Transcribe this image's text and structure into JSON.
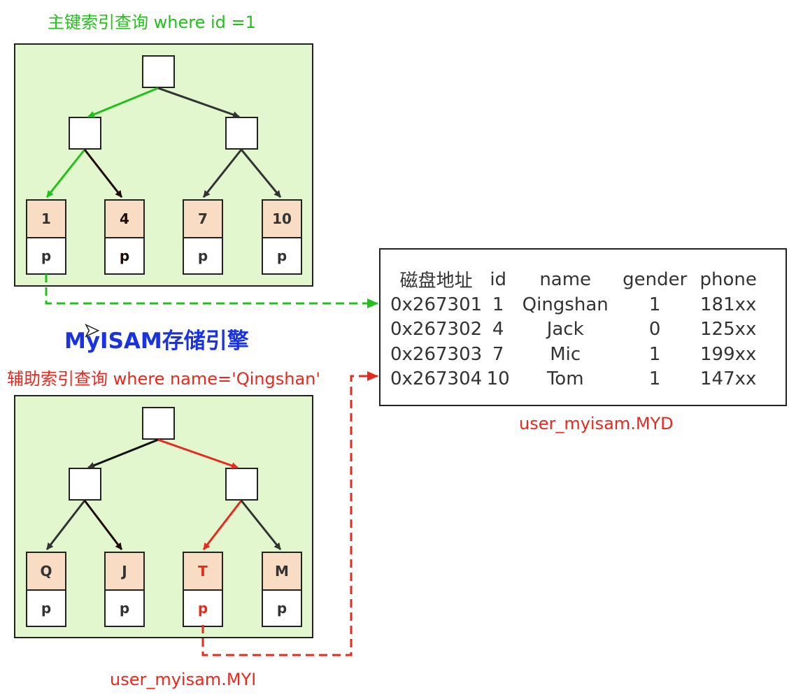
{
  "primary_query": {
    "caption": "主键索引查询 where id =1"
  },
  "engine_title": "MyISAM存储引擎",
  "secondary_query": {
    "caption": "辅助索引查询 where name='Qingshan'"
  },
  "primary_leaves": [
    {
      "key": "1",
      "pointer": "p"
    },
    {
      "key": "4",
      "pointer": "p"
    },
    {
      "key": "7",
      "pointer": "p"
    },
    {
      "key": "10",
      "pointer": "p"
    }
  ],
  "secondary_leaves": [
    {
      "key": "Q",
      "pointer": "p"
    },
    {
      "key": "J",
      "pointer": "p"
    },
    {
      "key": "T",
      "pointer": "p"
    },
    {
      "key": "M",
      "pointer": "p"
    }
  ],
  "data_table": {
    "headers": [
      "磁盘地址",
      "id",
      "name",
      "gender",
      "phone"
    ],
    "rows": [
      [
        "0x267301",
        "1",
        "Qingshan",
        "1",
        "181xx"
      ],
      [
        "0x267302",
        "4",
        "Jack",
        "0",
        "125xx"
      ],
      [
        "0x267303",
        "7",
        "Mic",
        "1",
        "199xx"
      ],
      [
        "0x267304",
        "10",
        "Tom",
        "1",
        "147xx"
      ]
    ]
  },
  "data_file_label": "user_myisam.MYD",
  "index_file_label": "user_myisam.MYI",
  "colors": {
    "primary_path": "#22c11a",
    "secondary_path": "#e8291e",
    "panel_bg": "#e3f7cf",
    "leaf_key_bg": "#f8ddc4",
    "engine_title": "#1a33e0"
  },
  "icons": {
    "cursor": "mouse-pointer-icon"
  }
}
